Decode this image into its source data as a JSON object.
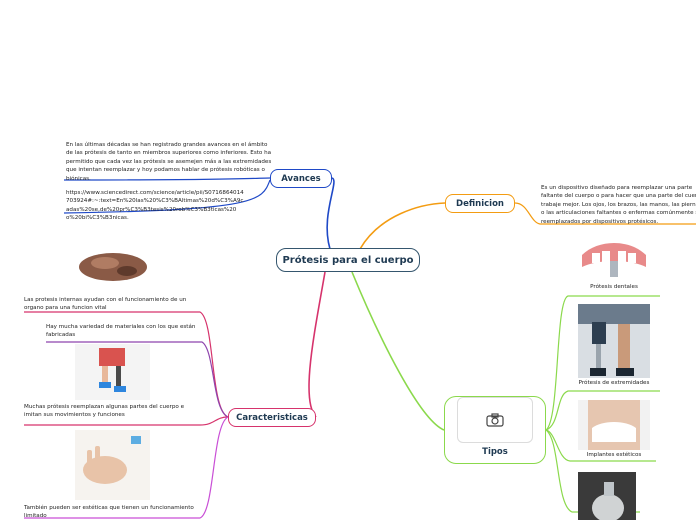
{
  "central": {
    "title": "Prótesis para el cuerpo"
  },
  "avances": {
    "label": "Avances",
    "text1": "En las últimas décadas se han registrado grandes avances en el ámbito de las prótesis de tanto en miembros superiores como inferiores. Esto ha permitido que cada vez las prótesis se asemejen más a las extremidades que intentan reemplazar y hoy podamos hablar de prótesis robóticas o biónicas.",
    "link": "https://www.sciencedirect.com/science/article/pii/S0716864014703924#:~:text=En%20las%20%C3%BAltimas%20d%C3%A9cadas%20se,de%20pr%C3%B3tesis%20rob%C3%B3ticas%20o%20bi%C3%B3nicas."
  },
  "definicion": {
    "label": "Definicion",
    "text": "Es un dispositivo diseñado para reemplazar una parte faltante del cuerpo o para hacer que una parte del cuerpo trabaje mejor. Los ojos, los brazos, las manos, las piernas o las articulaciones faltantes o enfermas comúnmente son reemplazados por dispositivos protésicos."
  },
  "caracteristicas": {
    "label": "Caracteristicas",
    "items": [
      "Las protesis internas ayudan con el funcionamiento de un organo para una funcion vital",
      "Hay mucha variedad de materiales con los que están fabricadas",
      "Muchas prótesis reemplazan algunas partes del cuerpo e imitan sus movimientos y funciones",
      "También pueden ser estéticas que tienen un funcionamiento limitado"
    ]
  },
  "tipos": {
    "label": "Tipos",
    "items": [
      "Prótesis dentales",
      "Prótesis de extremidades",
      "Implantes estéticos"
    ]
  },
  "colors": {
    "avances": "#1f49c7",
    "definicion": "#f39c12",
    "caracteristicas": "#d6336c",
    "tipos": "#8bd94c",
    "central": "#35566e"
  }
}
